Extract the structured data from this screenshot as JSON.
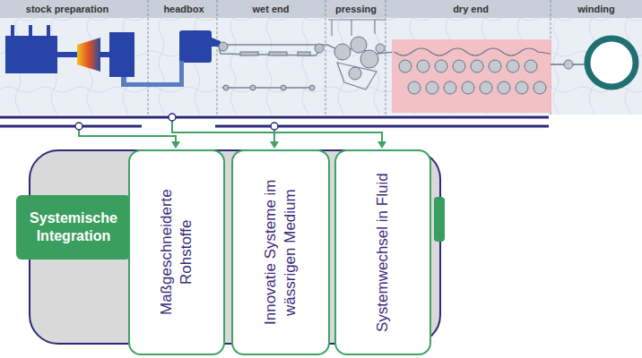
{
  "diagram": {
    "nodes": [
      {
        "text": [
          "Systemische Integration"
        ]
      },
      {
        "text": [
          "Maßgeschneiderte Rohstoffe"
        ]
      },
      {
        "text": [
          "Innovatie Systeme im wässrigen Medium"
        ]
      },
      {
        "text": [
          "Systemwechsel in Fluid"
        ]
      }
    ],
    "labels": [
      "stock preparation",
      "headbox",
      "wet end",
      "pressing",
      "dry end",
      "winding"
    ]
  }
}
